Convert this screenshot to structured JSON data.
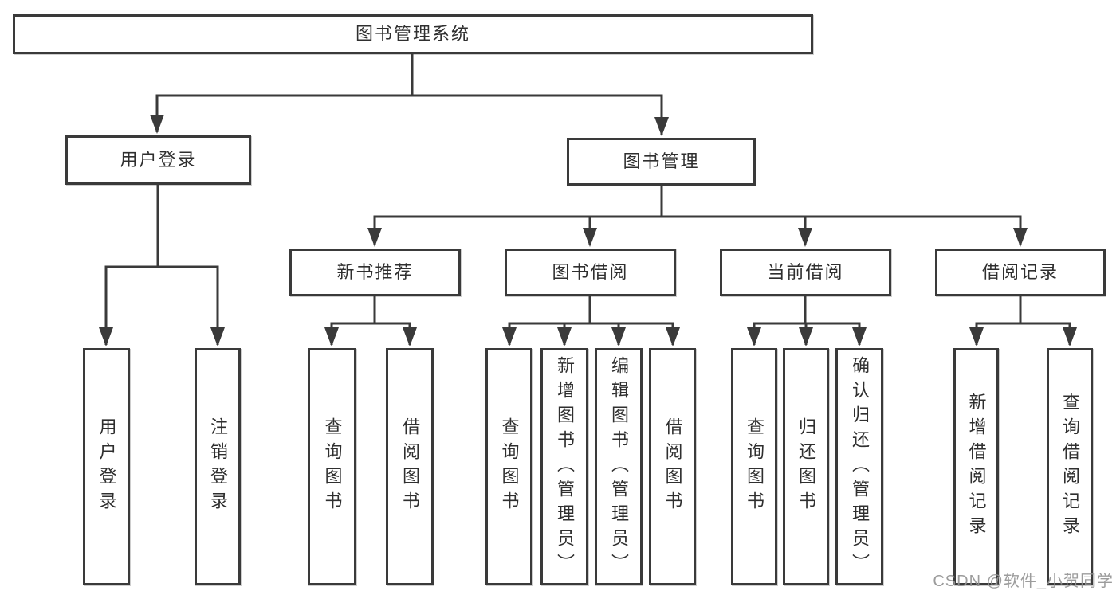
{
  "tree": {
    "root": {
      "label": "图书管理系统"
    },
    "children": [
      {
        "label": "用户登录",
        "children": [
          {
            "label": "用户登录"
          },
          {
            "label": "注销登录"
          }
        ]
      },
      {
        "label": "图书管理",
        "children": [
          {
            "label": "新书推荐",
            "children": [
              {
                "label": "查询图书"
              },
              {
                "label": "借阅图书"
              }
            ]
          },
          {
            "label": "图书借阅",
            "children": [
              {
                "label": "查询图书"
              },
              {
                "label": "新增图书（管理员）"
              },
              {
                "label": "编辑图书（管理员）"
              },
              {
                "label": "借阅图书"
              }
            ]
          },
          {
            "label": "当前借阅",
            "children": [
              {
                "label": "查询图书"
              },
              {
                "label": "归还图书"
              },
              {
                "label": "确认归还（管理员）"
              }
            ]
          },
          {
            "label": "借阅记录",
            "children": [
              {
                "label": "新增借阅记录"
              },
              {
                "label": "查询借阅记录"
              }
            ]
          }
        ]
      }
    ]
  },
  "watermark": {
    "text": "CSDN @软件_小贺同学"
  },
  "colors": {
    "line": "#3a3a3a",
    "box_border": "#3a3a3a",
    "text": "#2f2f2f",
    "watermark": "#949494",
    "background": "#ffffff"
  }
}
